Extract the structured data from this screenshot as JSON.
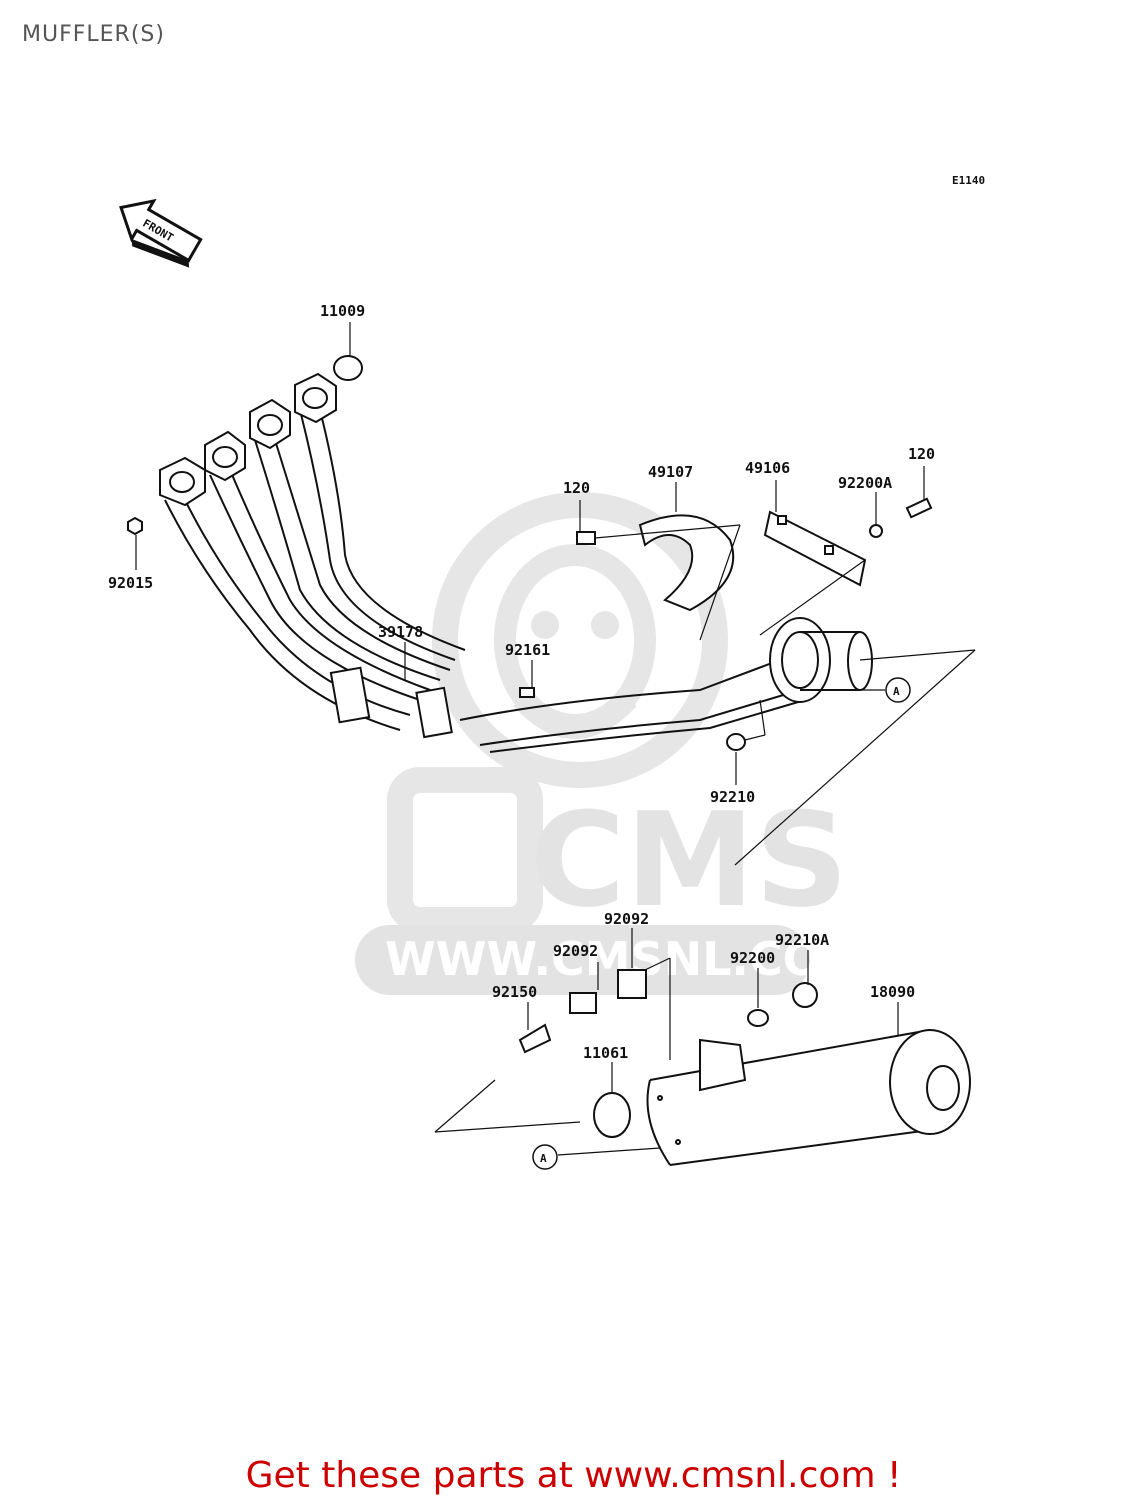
{
  "title": "MUFFLER(S)",
  "diagram_code": "E1140",
  "front_label": "FRONT",
  "ref_marker": "A",
  "parts": {
    "p11009": "11009",
    "p92015": "92015",
    "p39178": "39178",
    "p92161": "92161",
    "p120a": "120",
    "p49107": "49107",
    "p49106": "49106",
    "p92200A": "92200A",
    "p120b": "120",
    "p92210": "92210",
    "p92092a": "92092",
    "p92092b": "92092",
    "p92210A": "92210A",
    "p92200": "92200",
    "p18090": "18090",
    "p92150": "92150",
    "p11061": "11061"
  },
  "watermark": {
    "brand": "CMS",
    "url": "WWW.CMSNL.COM"
  },
  "footer": "Get these parts at www.cmsnl.com !",
  "colors": {
    "footer": "#cc0000",
    "watermark": "#e3e3e3",
    "line": "#111111"
  }
}
